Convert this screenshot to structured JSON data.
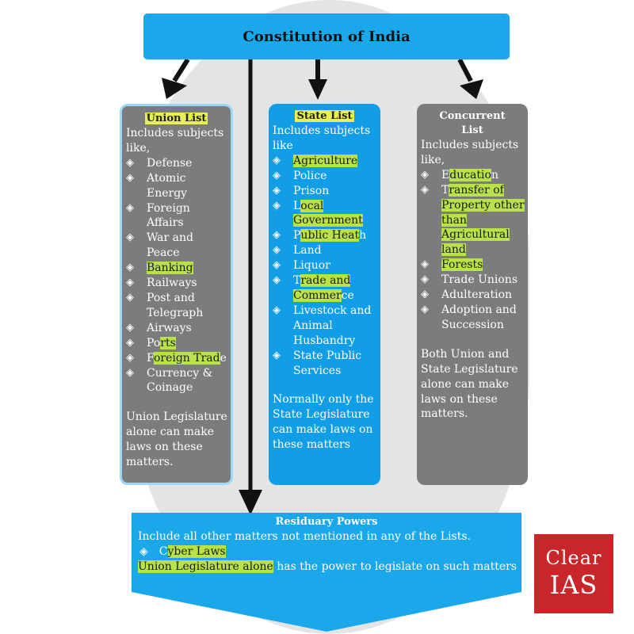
{
  "title": "Constitution of India",
  "union": {
    "heading": "Union List",
    "intro": "Includes subjects like,",
    "items": [
      {
        "parts": [
          {
            "t": "Defense"
          }
        ]
      },
      {
        "parts": [
          {
            "t": "Atomic Energy"
          }
        ]
      },
      {
        "parts": [
          {
            "t": "Foreign Affairs"
          }
        ]
      },
      {
        "parts": [
          {
            "t": "War and Peace"
          }
        ]
      },
      {
        "parts": [
          {
            "t": "Banking",
            "hl": true
          }
        ]
      },
      {
        "parts": [
          {
            "t": "Railways"
          }
        ]
      },
      {
        "parts": [
          {
            "t": "Post and Telegraph"
          }
        ]
      },
      {
        "parts": [
          {
            "t": "Airways"
          }
        ]
      },
      {
        "parts": [
          {
            "t": "Po"
          },
          {
            "t": "rts",
            "hl": true
          }
        ]
      },
      {
        "parts": [
          {
            "t": "F"
          },
          {
            "t": "oreign Trad",
            "hl": true
          },
          {
            "t": "e"
          }
        ]
      },
      {
        "parts": [
          {
            "t": "Currency & Coinage"
          }
        ]
      }
    ],
    "note": "Union Legislature alone can make laws on these matters."
  },
  "state": {
    "heading": "State List",
    "intro": "Includes subjects like",
    "items": [
      {
        "parts": [
          {
            "t": "Agriculture",
            "hl": true
          }
        ]
      },
      {
        "parts": [
          {
            "t": "Police"
          }
        ]
      },
      {
        "parts": [
          {
            "t": "Prison"
          }
        ]
      },
      {
        "parts": [
          {
            "t": "L"
          },
          {
            "t": "ocal Government",
            "hl": true
          }
        ]
      },
      {
        "parts": [
          {
            "t": "P"
          },
          {
            "t": "ublic Heat",
            "hl": true
          },
          {
            "t": "h"
          }
        ]
      },
      {
        "parts": [
          {
            "t": "Land"
          }
        ]
      },
      {
        "parts": [
          {
            "t": "Liquor"
          }
        ]
      },
      {
        "parts": [
          {
            "t": "T"
          },
          {
            "t": "rade and Commer",
            "hl": true
          },
          {
            "t": "ce"
          }
        ]
      },
      {
        "parts": [
          {
            "t": "Livestock and Animal Husbandry"
          }
        ]
      },
      {
        "parts": [
          {
            "t": "State Public Services"
          }
        ]
      }
    ],
    "note": "Normally only the State Legislature can make laws on these matters"
  },
  "concurrent": {
    "heading": "Concurrent List",
    "intro": "Includes subjects like,",
    "items": [
      {
        "parts": [
          {
            "t": "E"
          },
          {
            "t": "ducatio",
            "hl": true
          },
          {
            "t": "n"
          }
        ]
      },
      {
        "parts": [
          {
            "t": "T"
          },
          {
            "t": "ransfer of Property other than Agricultural land",
            "hl": true
          }
        ]
      },
      {
        "parts": [
          {
            "t": "Forests",
            "hl": true
          }
        ]
      },
      {
        "parts": [
          {
            "t": "Trade Unions"
          }
        ]
      },
      {
        "parts": [
          {
            "t": "Adulteration"
          }
        ]
      },
      {
        "parts": [
          {
            "t": "Adoption and Succession"
          }
        ]
      }
    ],
    "note": "Both Union and State Legislature alone can make laws on these matters."
  },
  "residuary": {
    "heading": "Residuary Powers",
    "description": "Include all other matters not mentioned in any of the Lists.",
    "item_plain": "C",
    "item_hl": "yber Laws",
    "note_hl": "Union Legislature alone",
    "note_rest": " has the power to legislate on such matters"
  },
  "logo": {
    "line1": "Clear",
    "line2": "IAS"
  },
  "bullet_glyph": "◈",
  "colors": {
    "blue": "#1aa8ea",
    "grey": "#7b7c7e",
    "highlight": "#b9e24a",
    "logo_red": "#c8262b"
  }
}
